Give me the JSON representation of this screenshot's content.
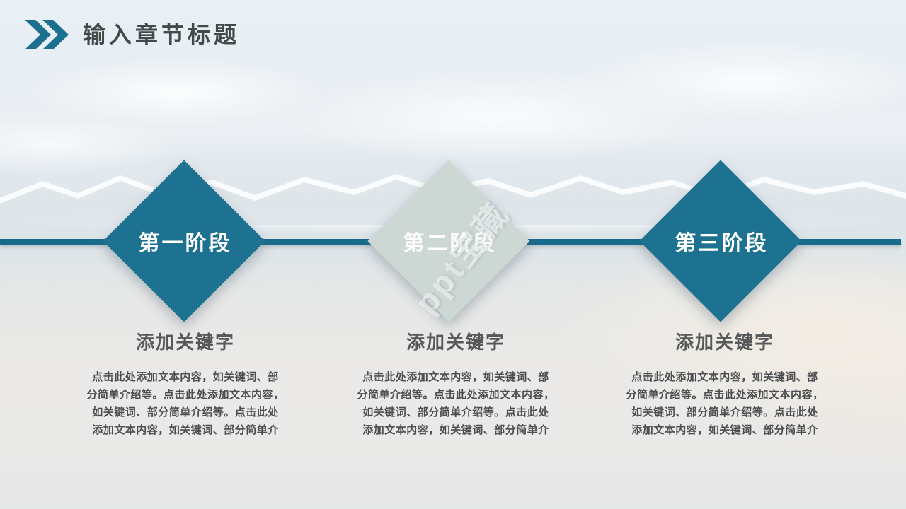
{
  "header": {
    "title": "输入章节标题",
    "icon": "double-chevron-right-icon"
  },
  "watermark": {
    "text": "ppt宝藏"
  },
  "colors": {
    "accent_teal": "#1D7191",
    "timeline": "#166A8C",
    "light_diamond": "#CDD8D5",
    "title_text": "#404A48",
    "heading_text": "#56585A",
    "body_text": "#4B4D4F",
    "diamond_label_text": "#FFFFFF"
  },
  "timeline": {
    "stage_count": 3
  },
  "stages": [
    {
      "label": "第一阶段",
      "heading": "添加关键字",
      "body": "点击此处添加文本内容，如关键词、部\n分简单介绍等。点击此处添加文本内容，\n如关键词、部分简单介绍等。点击此处\n添加文本内容，如关键词、部分简单介"
    },
    {
      "label": "第二阶段",
      "heading": "添加关键字",
      "body": "点击此处添加文本内容，如关键词、部\n分简单介绍等。点击此处添加文本内容，\n如关键词、部分简单介绍等。点击此处\n添加文本内容，如关键词、部分简单介"
    },
    {
      "label": "第三阶段",
      "heading": "添加关键字",
      "body": "点击此处添加文本内容，如关键词、部\n分简单介绍等。点击此处添加文本内容，\n如关键词、部分简单介绍等。点击此处\n添加文本内容，如关键词、部分简单介"
    }
  ]
}
